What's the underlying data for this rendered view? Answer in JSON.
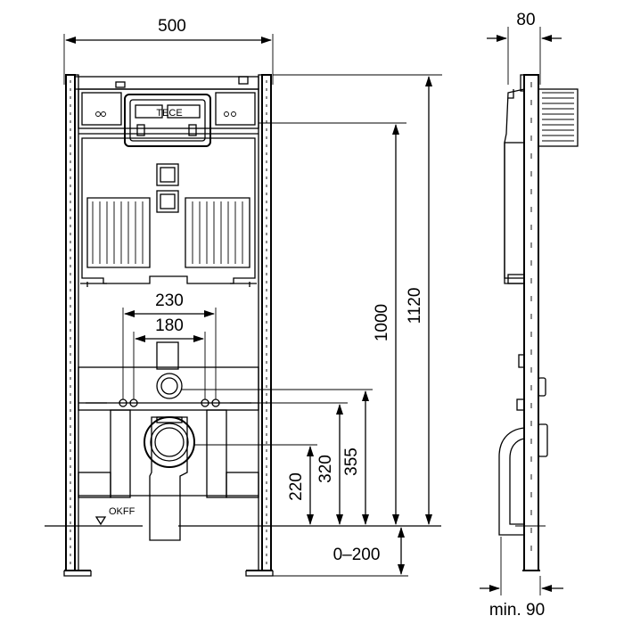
{
  "front_view": {
    "dim_width": "500",
    "dim_pipe_outer": "230",
    "dim_pipe_inner": "180",
    "dim_1000": "1000",
    "dim_1120": "1120",
    "dim_355": "355",
    "dim_320": "320",
    "dim_220": "220",
    "dim_foot": "0–200",
    "floor_label": "OKFF",
    "brand_label": "TECE"
  },
  "side_view": {
    "dim_depth": "80",
    "dim_min": "min. 90"
  }
}
